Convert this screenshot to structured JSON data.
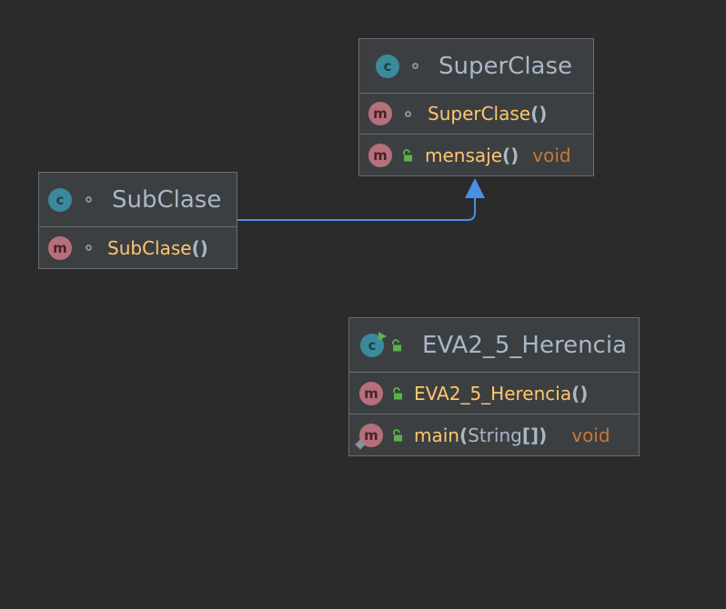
{
  "colors": {
    "background": "#2b2b2b",
    "node_fill": "#3c3f41",
    "node_border": "#6a6d70",
    "class_icon": "#3a8a9b",
    "method_icon": "#b6707c",
    "title_text": "#a9b7c6",
    "member_text": "#ffc66d",
    "return_type_text": "#cc7832",
    "arrow": "#4a8fe7"
  },
  "classes": {
    "superclase": {
      "title": "SuperClase",
      "icon_letter": "c",
      "members": [
        {
          "name": "SuperClase",
          "params": "",
          "returns": ""
        },
        {
          "name": "mensaje",
          "params": "",
          "returns": "void"
        }
      ]
    },
    "subclase": {
      "title": "SubClase",
      "icon_letter": "c",
      "members": [
        {
          "name": "SubClase",
          "params": "",
          "returns": ""
        }
      ]
    },
    "herencia": {
      "title": "EVA2_5_Herencia",
      "icon_letter": "c",
      "members": [
        {
          "name": "EVA2_5_Herencia",
          "params": "",
          "returns": ""
        },
        {
          "name": "main",
          "params": "String",
          "returns": "void"
        }
      ]
    }
  },
  "icons": {
    "method_letter": "m",
    "package_visibility": "package-private-icon",
    "public_visibility": "public-lock-icon",
    "runnable_marker": "run-arrow-icon"
  },
  "relations": [
    {
      "from": "SubClase",
      "to": "SuperClase",
      "type": "inheritance"
    }
  ]
}
